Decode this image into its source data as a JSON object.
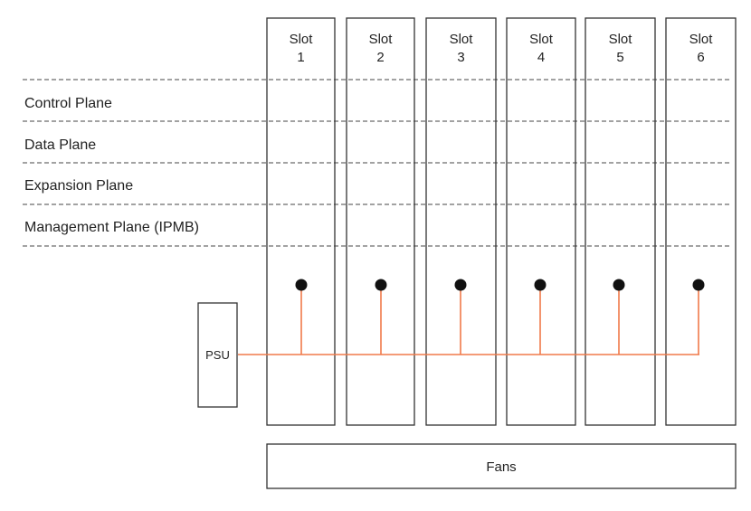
{
  "slots": [
    {
      "line1": "Slot",
      "line2": "1"
    },
    {
      "line1": "Slot",
      "line2": "2"
    },
    {
      "line1": "Slot",
      "line2": "3"
    },
    {
      "line1": "Slot",
      "line2": "4"
    },
    {
      "line1": "Slot",
      "line2": "5"
    },
    {
      "line1": "Slot",
      "line2": "6"
    }
  ],
  "planes": [
    "Control Plane",
    "Data Plane",
    "Expansion Plane",
    "Management Plane (IPMB)"
  ],
  "psu": {
    "label": "PSU"
  },
  "fans": {
    "label": "Fans"
  },
  "colors": {
    "power_line": "#f07a4a",
    "outline": "#333333",
    "dash": "#444444",
    "connector": "#111111"
  }
}
